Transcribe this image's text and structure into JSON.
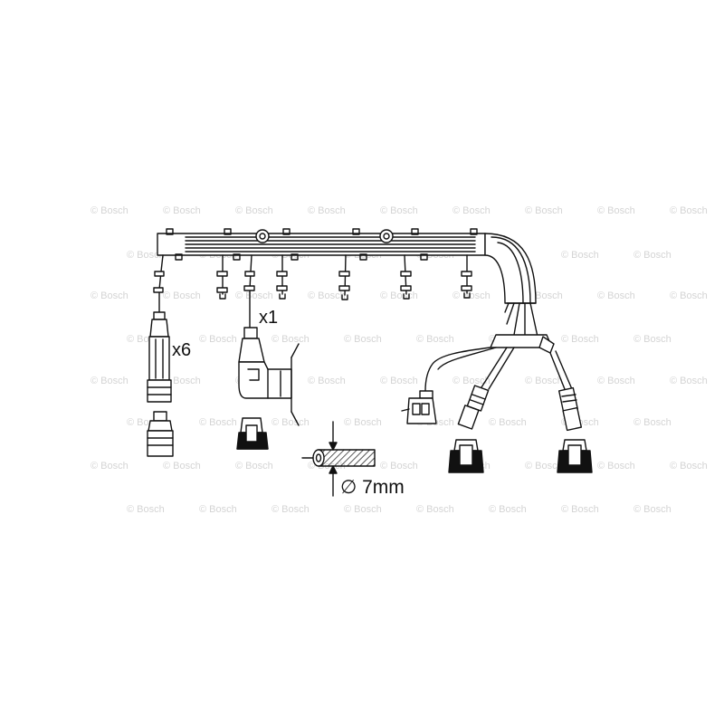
{
  "watermark": {
    "text": "© Bosch",
    "color": "#d4d4d4"
  },
  "labels": {
    "plug_count": "x6",
    "coil_count": "x1",
    "diameter": "∅ 7mm"
  },
  "colors": {
    "ink": "#111111",
    "background": "#ffffff"
  }
}
